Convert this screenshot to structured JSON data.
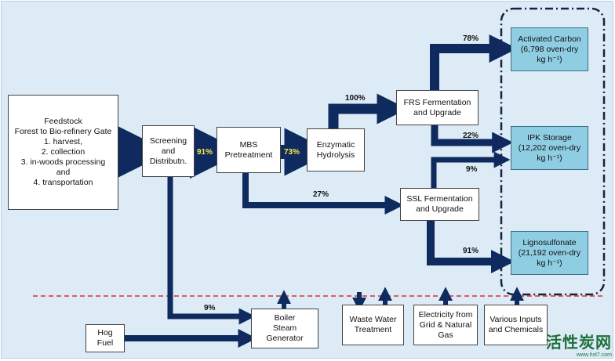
{
  "boxes": {
    "feedstock": "Feedstock\nForest to Bio-refinery Gate\n1. harvest,\n2. collection\n3. in-woods processing\nand\n4. transportation",
    "screening": "Screening\nand\nDistributn.",
    "mbs": "MBS\nPretreatment",
    "enzymatic": "Enzymatic\nHydrolysis",
    "frs": "FRS Fermentation\nand Upgrade",
    "ssl": "SSL Fermentation\nand Upgrade",
    "activated_carbon": "Activated Carbon\n(6,798 oven-dry\nkg h⁻¹)",
    "ipk": "IPK Storage\n(12,202 oven-dry\nkg h⁻¹)",
    "lignosulfonate": "Lignosulfonate\n(21,192 oven-dry\nkg h⁻¹)",
    "hog_fuel": "Hog\nFuel",
    "boiler": "Boiler\nSteam\nGenerator",
    "wastewater": "Waste Water\nTreatment",
    "electricity": "Electricity from\nGrid & Natural\nGas",
    "various": "Various Inputs\nand Chemicals"
  },
  "percentages": {
    "screen_to_mbs": "91%",
    "mbs_to_enz": "73%",
    "enz_to_frs": "100%",
    "mbs_to_ssl": "27%",
    "frs_to_ac": "78%",
    "frs_to_ipk": "22%",
    "ssl_to_ipk": "9%",
    "ssl_to_ligno": "91%",
    "screen_to_boiler": "9%"
  },
  "watermark": {
    "name": "活性炭网",
    "url": "www.hxt7.com"
  },
  "colors": {
    "arrow": "#0e2a5e",
    "panel": "#dcebf6",
    "product": "#8fcde3",
    "dashed_line": "#d9322b"
  }
}
